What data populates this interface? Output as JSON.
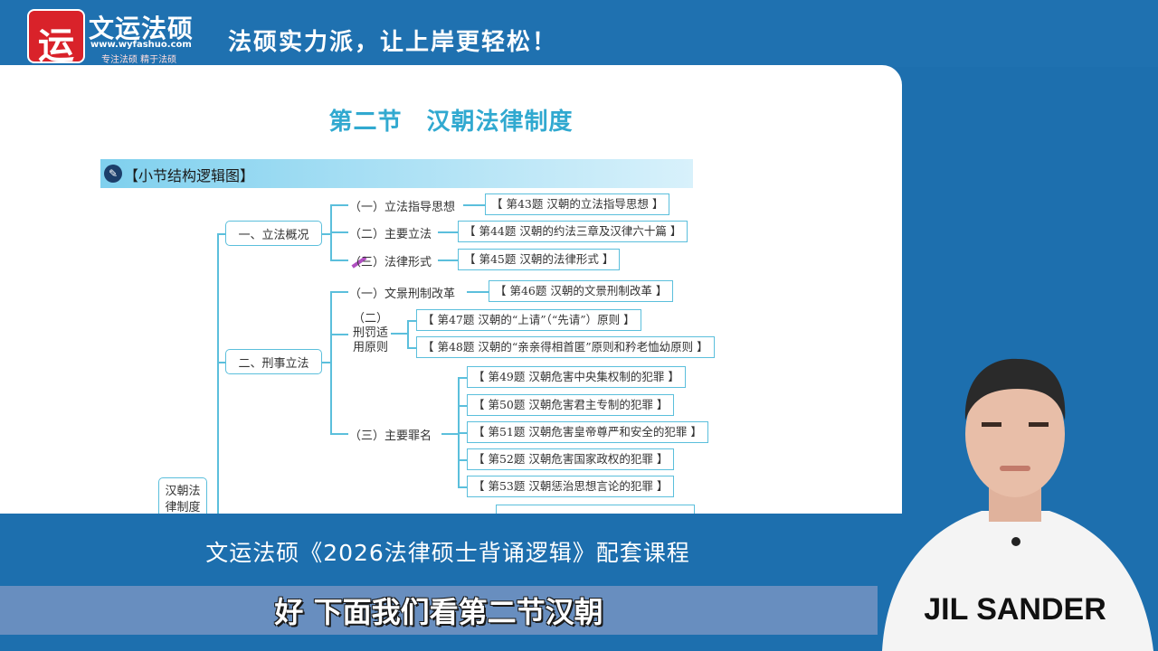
{
  "header": {
    "logo_char": "运",
    "brand_name": "文运法硕",
    "brand_url": "www.wyfashuo.com",
    "brand_tagline": "专注法硕 精于法硕",
    "slogan": "法硕实力派，让上岸更轻松！"
  },
  "slide": {
    "section_title": "第二节　汉朝法律制度",
    "band_icon": "✎",
    "band_label": "【小节结构逻辑图】",
    "root": "汉朝法律制度",
    "branches": [
      {
        "label": "一、立法概况",
        "children": [
          {
            "label": "（一）立法指导思想",
            "questions": [
              "【 第43题 汉朝的立法指导思想 】"
            ]
          },
          {
            "label": "（二）主要立法",
            "questions": [
              "【 第44题 汉朝的约法三章及汉律六十篇 】"
            ]
          },
          {
            "label": "（三）法律形式",
            "questions": [
              "【 第45题 汉朝的法律形式 】"
            ]
          }
        ]
      },
      {
        "label": "二、刑事立法",
        "children": [
          {
            "label": "（一）文景刑制改革",
            "questions": [
              "【 第46题 汉朝的文景刑制改革 】"
            ]
          },
          {
            "label_lines": [
              "（二）",
              "刑罚适",
              "用原则"
            ],
            "questions": [
              "【 第47题 汉朝的“上请”（“先请”）原则 】",
              "【 第48题 汉朝的“亲亲得相首匿”原则和矜老恤幼原则 】"
            ]
          },
          {
            "label": "（三）主要罪名",
            "questions": [
              "【 第49题 汉朝危害中央集权制的犯罪 】",
              "【 第50题 汉朝危害君主专制的犯罪 】",
              "【 第51题 汉朝危害皇帝尊严和安全的犯罪 】",
              "【 第52题 汉朝危害国家政权的犯罪 】",
              "【 第53题 汉朝惩治思想言论的犯罪 】"
            ]
          }
        ]
      }
    ]
  },
  "caption": "文运法硕《2026法律硕士背诵逻辑》配套课程",
  "subtitle": "好 下面我们看第二节汉朝",
  "presenter_shirt": "JIL SANDER"
}
